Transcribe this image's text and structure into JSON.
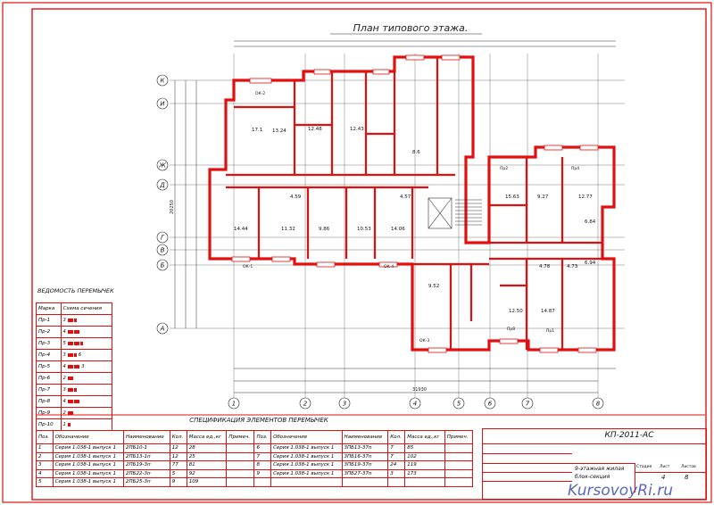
{
  "drawing": {
    "plan_title": "План типового этажа.",
    "axes_letters": [
      "К",
      "И",
      "Ж",
      "Д",
      "Г",
      "В",
      "Б",
      "А"
    ],
    "axes_numbers": [
      "1",
      "2",
      "3",
      "4",
      "5",
      "6",
      "7",
      "8"
    ],
    "overall_dims": {
      "bottom_total": "31930",
      "left_total": "20250"
    },
    "room_areas": [
      "17.1",
      "13.24",
      "12.48",
      "12.43",
      "15.63",
      "9.27",
      "12.77",
      "14.44",
      "11.32",
      "9.86",
      "10.53",
      "14.06",
      "9.52",
      "12.50",
      "14.87",
      "4.57",
      "4.59",
      "4.73",
      "4.78",
      "8.6",
      "6.84",
      "6.94"
    ],
    "lintel_marks": [
      "ОК-2",
      "ОК-1",
      "ОК-3",
      "ОК-4",
      "Пр2",
      "Пр4",
      "Пр8",
      "Пр1"
    ]
  },
  "lintel_sheet": {
    "title": "ВЕДОМОСТЬ ПЕРЕМЫЧЕК",
    "headers": [
      "Марка",
      "Схема сечения"
    ],
    "rows": [
      {
        "mark": "Пр-1",
        "n": "3"
      },
      {
        "mark": "Пр-2",
        "n": "4"
      },
      {
        "mark": "Пр-3",
        "n": "5"
      },
      {
        "mark": "Пр-4",
        "n": "3",
        "extra": "6"
      },
      {
        "mark": "Пр-5",
        "n": "4",
        "extra": "3"
      },
      {
        "mark": "Пр-6",
        "n": "2"
      },
      {
        "mark": "Пр-7",
        "n": "3"
      },
      {
        "mark": "Пр-8",
        "n": "4"
      },
      {
        "mark": "Пр-9",
        "n": "2"
      },
      {
        "mark": "Пр-10",
        "n": "1"
      }
    ]
  },
  "spec": {
    "title": "СПЕЦИФИКАЦИЯ ЭЛЕМЕНТОВ ПЕРЕМЫЧЕК",
    "headers": [
      "Поз.",
      "Обозначение",
      "Наименование",
      "Кол.",
      "Масса ед.,кг",
      "Примеч.",
      "Поз.",
      "Обозначение",
      "Наименование",
      "Кол.",
      "Масса ед.,кг",
      "Примеч."
    ],
    "rows": [
      [
        "1",
        "Серия 1.038-1 выпуск 1",
        "2ПБ10-1",
        "12",
        "28",
        "",
        "6",
        "Серия 1.038-1 выпуск 1",
        "3ПБ13-37п",
        "7",
        "85",
        ""
      ],
      [
        "2",
        "Серия 1.038-1 выпуск 1",
        "2ПБ13-1п",
        "12",
        "25",
        "",
        "7",
        "Серия 1.038-1 выпуск 1",
        "3ПБ16-37п",
        "7",
        "102",
        ""
      ],
      [
        "3",
        "Серия 1.038-1 выпуск 1",
        "2ПБ19-3п",
        "77",
        "81",
        "",
        "8",
        "Серия 1.038-1 выпуск 1",
        "3ПБ19-37п",
        "24",
        "119",
        ""
      ],
      [
        "4",
        "Серия 1.038-1 выпуск 1",
        "2ПБ22-3п",
        "5",
        "92",
        "",
        "9",
        "Серия 1.038-1 выпуск 1",
        "3ПБ27-37п",
        "3",
        "173",
        ""
      ],
      [
        "5",
        "Серия 1.038-1 выпуск 1",
        "2ПБ25-3п",
        "9",
        "109",
        "",
        "",
        "",
        "",
        "",
        "",
        ""
      ]
    ]
  },
  "stamp": {
    "code": "КП-2011-АС",
    "name_line1": "9-этажная жилая",
    "name_line2": "блок-секция",
    "col_labels": [
      "Стадия",
      "Лист",
      "Листов"
    ],
    "sheet_no": "4",
    "sheets": "8"
  },
  "watermark": "KursovoyRi.ru",
  "colors": {
    "line": "#e01010",
    "text": "#111111",
    "accent": "#2233aa"
  }
}
